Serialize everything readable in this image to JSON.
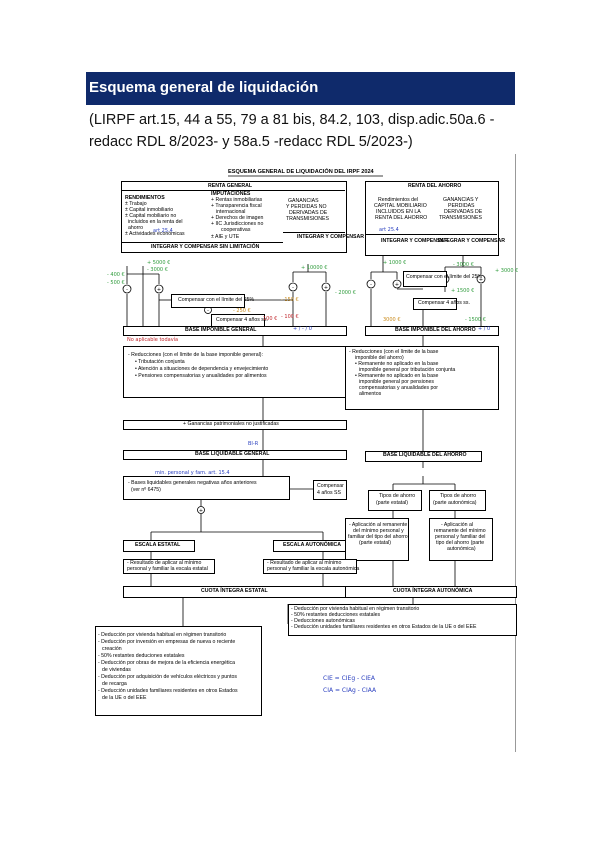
{
  "header": {
    "title": "Esquema general de liquidación",
    "subtitle": "(LIRPF art.15, 44 a 55, 79 a 81 bis, 84.2, 103, disp.adic.50a.6 - redacc RDL 8/2023- y 58a.5 -redacc RDL 5/2023-)"
  },
  "diagram": {
    "main_title": "ESQUEMA GENERAL DE LIQUIDACIÓN DEL IRPF 2024",
    "renta_general": {
      "title": "RENTA GENERAL",
      "rendimientos_title": "RENDIMIENTOS",
      "rendimientos": [
        "± Trabajo",
        "± Capital inmobiliario",
        "± Capital mobiliario no",
        "incluidos en la renta del",
        "ahorro",
        "± Actividades económicas"
      ],
      "imputaciones_title": "IMPUTACIONES",
      "imputaciones": [
        "+ Rentas inmobiliarias",
        "+ Transparencia fiscal",
        "internacional",
        "+ Derechos de imagen",
        "+ IIC Jurisdicciones no",
        "cooperativas",
        "± AIE y UTE"
      ],
      "ganancias": [
        "GANANCIAS",
        "Y PERDIDAS NO",
        "DERIVADAS DE",
        "TRANSMISIONES"
      ],
      "integrar_compensar": "INTEGRAR Y COMPENSAR SIN LIMITACIÓN",
      "integrar_compensar_gp": "INTEGRAR Y COMPENSAR"
    },
    "renta_ahorro": {
      "title": "RENTA DEL AHORRO",
      "rendimientos": [
        "Rendimientos del",
        "CAPITAL MOBILIARIO",
        "INCLUIDOS EN LA",
        "RENTA DEL AHORRO"
      ],
      "ganancias": [
        "GANANCIAS Y",
        "PERDIDAS",
        "DERIVADAS DE",
        "TRANSMISIONES"
      ],
      "integrar_left": "INTEGRAR Y COMPENSAR",
      "integrar_right": "INTEGRAR Y COMPENSAR"
    },
    "compensar_limite_25_general": "Compensar con el límite del 25%",
    "compensar_4_general": "Compensar 4 años ss.",
    "compensar_limite_25_ahorro": "Compensar con el límite del 25%",
    "compensar_4_ahorro": "Compensar 4 años ss.",
    "base_imponible_general": "BASE IMPONIBLE GENERAL",
    "base_imponible_ahorro": "BASE IMPONIBLE DEL AHORRO",
    "reducciones_general": [
      "- Reducciones (con el límite de la base imponible general):",
      "• Tributación conjunta",
      "• Atención a situaciones de dependencia y envejecimiento",
      "• Pensiones compensatorias y anualidades por alimentos"
    ],
    "reducciones_ahorro": [
      "- Reducciones (con el límite de la base",
      "imponible del ahorro)",
      "• Remanente no aplicado en la base",
      "imponible general por tributación conjunta",
      "• Remanente no aplicado en la base",
      "imponible general por pensiones",
      "compensatorias y anualidades por",
      "alimentos"
    ],
    "ganancias_no_justificadas": "+ Ganancias patrimoniales no justificadas",
    "base_liquidable_general": "BASE LIQUIDABLE GENERAL",
    "base_liquidable_ahorro": "BASE LIQUIDABLE DEL AHORRO",
    "bases_negativas": [
      "- Bases liquidables generales negativas años anteriores",
      "(ver nº 6475)"
    ],
    "compensar_4_ss": [
      "Compensar",
      "4 años SS"
    ],
    "tipos_estatal": [
      "Tipos de ahorro",
      "(parte estatal)"
    ],
    "tipos_autonomica": [
      "Tipos de ahorro",
      "(parte autonómica)"
    ],
    "escala_estatal": "ESCALA ESTATAL",
    "escala_autonomica": "ESCALA AUTONÓMICA",
    "aplicacion_estatal": [
      "- Aplicación al remanente",
      "del mínimo personal y",
      "familiar del tipo del ahorro",
      "(parte estatal)"
    ],
    "aplicacion_autonomica": [
      "- Aplicación al",
      "remanente del mínimo",
      "personal y familiar del",
      "tipo del ahorro (parte",
      "autonómica)"
    ],
    "resultado_estatal": [
      "- Resultado de aplicar al mínimo",
      "personal y familiar la escala estatal"
    ],
    "resultado_autonomica": [
      "- Resultado de aplicar al mínimo",
      "personal y familiar la escala autonómica"
    ],
    "cuota_estatal": "CUOTA ÍNTEGRA ESTATAL",
    "cuota_autonomica": "CUOTA ÍNTEGRA AUTONÓMICA",
    "deducciones_autonomica": [
      "- Deducción por vivienda habitual en régimen transitorio",
      "- 50% restantes deducciones estatales",
      "- Deducciones autonómicas",
      "- Deducción unidades familiares residentes en otros Estados de la UE o del EEE"
    ],
    "deducciones_estatal": [
      "- Deducción por vivienda habitual en régimen transitorio",
      "- Deducción por inversión en empresas de nueva o reciente",
      "creación",
      "- 50% restantes deduciones estatales",
      "- Deducción por obras de mejora de la eficiencia energética",
      "de viviendas",
      "- Deducción por adquisición de vehículos eléctricos y puntos",
      "de recarga",
      "- Deducción unidades familiares residentes en otros Estados",
      "de la UE o del EEE"
    ],
    "handwritten": {
      "art_ref": "art 25.4",
      "art_ref2": "art 25.4",
      "n1": "+ 5000 €",
      "n2": "- 3000 €",
      "n3": "- 400 €",
      "n4": "- 500 €",
      "n5": "+ 10000 €",
      "n6": "- 2000 €",
      "n7": "- 250 €",
      "n8": "100 €",
      "n9": "+ 1000 €",
      "n10": "- 3000 €",
      "n11": "+ 3000 €",
      "n12": "+ 1500 €",
      "n13": "- 150 €",
      "n14": "- 100 €",
      "n15": "3000 €",
      "n16": "- 1500 €",
      "bi_general": "+ / - / 0",
      "bi_ahorro": "+ / 0",
      "no_aplicable": "No aplicable todavía",
      "bl": "BI-R",
      "minimo": "min. personal y fam. art. 15.4",
      "formula1": "CIE = CIEg - CIEA",
      "formula2": "CIA = CIAg - CIAA"
    }
  }
}
